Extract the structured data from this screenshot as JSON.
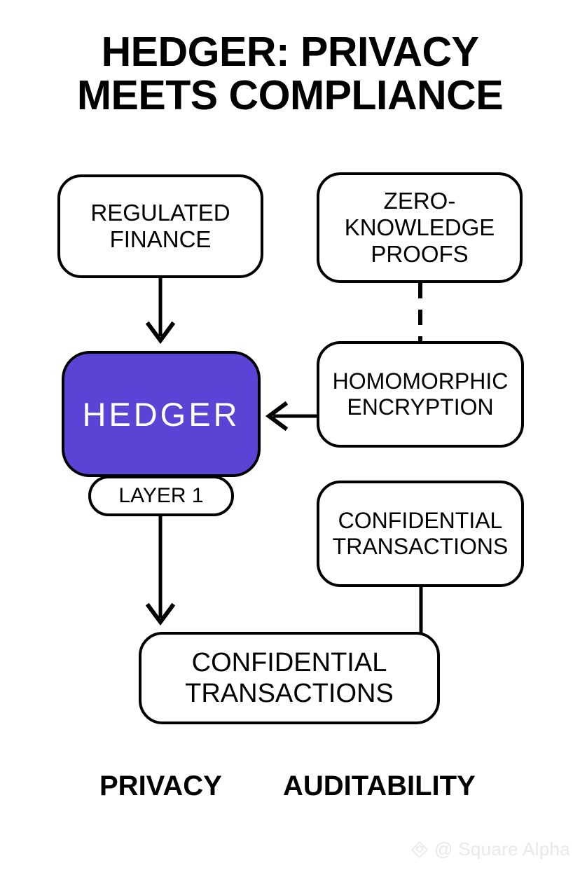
{
  "page": {
    "title": "HEDGER: PRIVACY\nMEETS COMPLIANCE",
    "background_color": "#ffffff",
    "accent_color": "#5a44d6",
    "line_color": "#000000"
  },
  "diagram": {
    "nodes": [
      {
        "id": "regulated-finance",
        "label": "REGULATED\nFINANCE"
      },
      {
        "id": "zero-knowledge-proofs",
        "label": "ZERO-\nKNOWLEDGE\nPROOFS"
      },
      {
        "id": "hedger",
        "label": "HEDGER"
      },
      {
        "id": "layer-1",
        "label": "LAYER 1"
      },
      {
        "id": "homomorphic-encryption",
        "label": "HOMOMORPHIC\nENCRYPTION"
      },
      {
        "id": "confidential-transactions-right",
        "label": "CONFIDENTIAL\nTRANSACTIONS"
      },
      {
        "id": "confidential-transactions-bottom",
        "label": "CONFIDENTIAL\nTRANSACTIONS"
      }
    ],
    "edges": [
      {
        "from": "regulated-finance",
        "to": "hedger",
        "style": "solid",
        "arrow": "down"
      },
      {
        "from": "zero-knowledge-proofs",
        "to": "homomorphic-encryption",
        "style": "dashed",
        "arrow": "none"
      },
      {
        "from": "homomorphic-encryption",
        "to": "hedger",
        "style": "solid",
        "arrow": "left"
      },
      {
        "from": "layer-1",
        "to": "confidential-transactions-bottom",
        "style": "solid",
        "arrow": "down"
      },
      {
        "from": "confidential-transactions-right",
        "to": "confidential-transactions-bottom",
        "style": "solid",
        "arrow": "none"
      }
    ]
  },
  "footer": {
    "privacy_label": "PRIVACY",
    "auditability_label": "AUDITABILITY"
  },
  "watermark": {
    "handle": "@ Square Alpha",
    "icon": "diamond-logo-icon",
    "color": "#e9e9ec"
  }
}
